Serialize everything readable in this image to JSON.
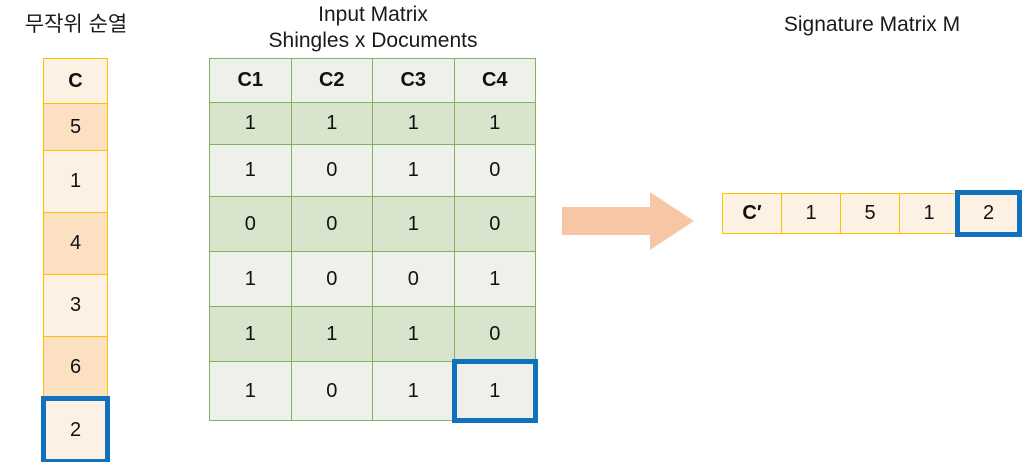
{
  "titles": {
    "permutation": "무작위 순열",
    "input_matrix": "Input Matrix\nShingles x Documents",
    "signature_matrix": "Signature Matrix M"
  },
  "colors": {
    "orange_border": "#FFC000",
    "orange_light_fill": "#FDF1E3",
    "orange_dark_fill": "#FBE0C2",
    "green_border": "#7FB261",
    "green_light_fill": "#EDF1E9",
    "green_dark_fill": "#D8E4CB",
    "highlight_blue": "#1072BC",
    "arrow_peach": "#F7C7A5"
  },
  "permutation_column": {
    "header": "C",
    "cells": [
      {
        "value": "5",
        "shade": "dark",
        "highlighted": false
      },
      {
        "value": "1",
        "shade": "light",
        "highlighted": false
      },
      {
        "value": "4",
        "shade": "dark",
        "highlighted": false
      },
      {
        "value": "3",
        "shade": "light",
        "highlighted": false
      },
      {
        "value": "6",
        "shade": "dark",
        "highlighted": false
      },
      {
        "value": "2",
        "shade": "light",
        "highlighted": true
      }
    ]
  },
  "input_matrix": {
    "headers": [
      "C1",
      "C2",
      "C3",
      "C4"
    ],
    "rows": [
      {
        "values": [
          "1",
          "1",
          "1",
          "1"
        ],
        "shade": "dark"
      },
      {
        "values": [
          "1",
          "0",
          "1",
          "0"
        ],
        "shade": "light"
      },
      {
        "values": [
          "0",
          "0",
          "1",
          "0"
        ],
        "shade": "dark"
      },
      {
        "values": [
          "1",
          "0",
          "0",
          "1"
        ],
        "shade": "light"
      },
      {
        "values": [
          "1",
          "1",
          "1",
          "0"
        ],
        "shade": "dark"
      },
      {
        "values": [
          "1",
          "0",
          "1",
          "1"
        ],
        "shade": "light"
      }
    ],
    "highlighted_cell": {
      "row": 5,
      "col": 3
    }
  },
  "signature_row": {
    "header": "C′",
    "values": [
      "1",
      "5",
      "1",
      "2"
    ],
    "highlighted_index": 3
  },
  "arrow": {
    "direction": "right",
    "label": "arrow-right-icon"
  },
  "chart_data": {
    "type": "table",
    "title": "MinHash signature construction",
    "permutation": {
      "name": "C",
      "order": [
        5,
        1,
        4,
        3,
        6,
        2
      ]
    },
    "matrix": {
      "columns": [
        "C1",
        "C2",
        "C3",
        "C4"
      ],
      "rows": [
        [
          1,
          1,
          1,
          1
        ],
        [
          1,
          0,
          1,
          0
        ],
        [
          0,
          0,
          1,
          0
        ],
        [
          1,
          0,
          0,
          1
        ],
        [
          1,
          1,
          1,
          0
        ],
        [
          1,
          0,
          1,
          1
        ]
      ]
    },
    "signature": {
      "name": "C′",
      "values": [
        1,
        5,
        1,
        2
      ]
    }
  }
}
